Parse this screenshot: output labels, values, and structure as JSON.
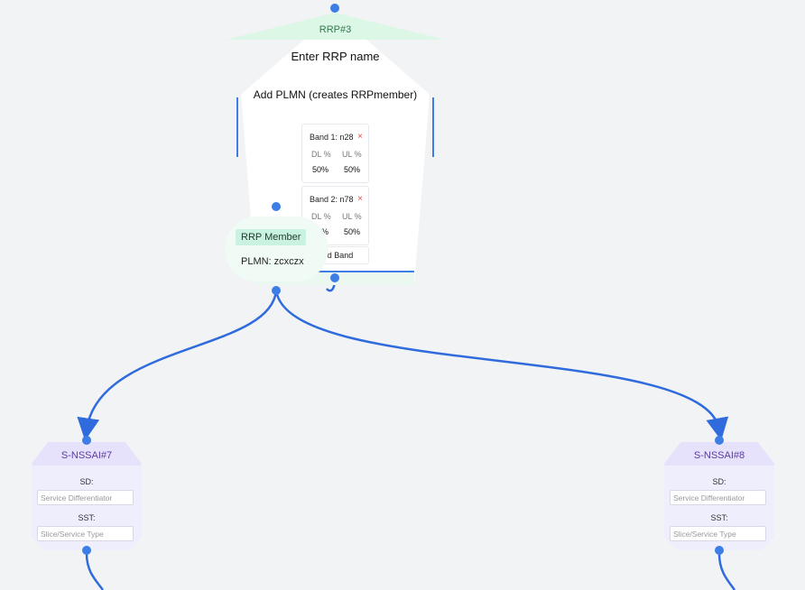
{
  "rrp_node": {
    "title": "RRP#3",
    "name_placeholder": "Enter RRP name",
    "add_plmn_label": "Add PLMN (creates RRPmember)",
    "bands": [
      {
        "title": "Band 1: n28",
        "remove": "×",
        "dl_label": "DL %",
        "ul_label": "UL %",
        "dl_value": "50%",
        "ul_value": "50%"
      },
      {
        "title": "Band 2: n78",
        "remove": "×",
        "dl_label": "DL %",
        "ul_label": "UL %",
        "dl_value": "50%",
        "ul_value": "50%"
      }
    ],
    "add_band_label": "Add Band"
  },
  "member_node": {
    "badge": "RRP Member",
    "plmn_text": "PLMN: zcxczx"
  },
  "nssai_nodes": [
    {
      "title": "S-NSSAI#7",
      "sd_label": "SD:",
      "sd_placeholder": "Service Differentiator",
      "sst_label": "SST:",
      "sst_placeholder": "Slice/Service Type"
    },
    {
      "title": "S-NSSAI#8",
      "sd_label": "SD:",
      "sd_placeholder": "Service Differentiator",
      "sst_label": "SST:",
      "sst_placeholder": "Slice/Service Type"
    }
  ],
  "colors": {
    "canvas": "#f2f3f5",
    "edge": "#2f6bdc",
    "handle": "#3c7de6",
    "rrp_header": "#ddf7e7",
    "member_badge": "#c9f2e0",
    "nssai_fill": "#efeefd",
    "nssai_title": "#5b3aa5",
    "remove_icon": "#e34b4b"
  },
  "icons": {
    "remove": "close-icon",
    "handle": "connection-handle-icon",
    "arrow": "arrowhead-icon"
  }
}
